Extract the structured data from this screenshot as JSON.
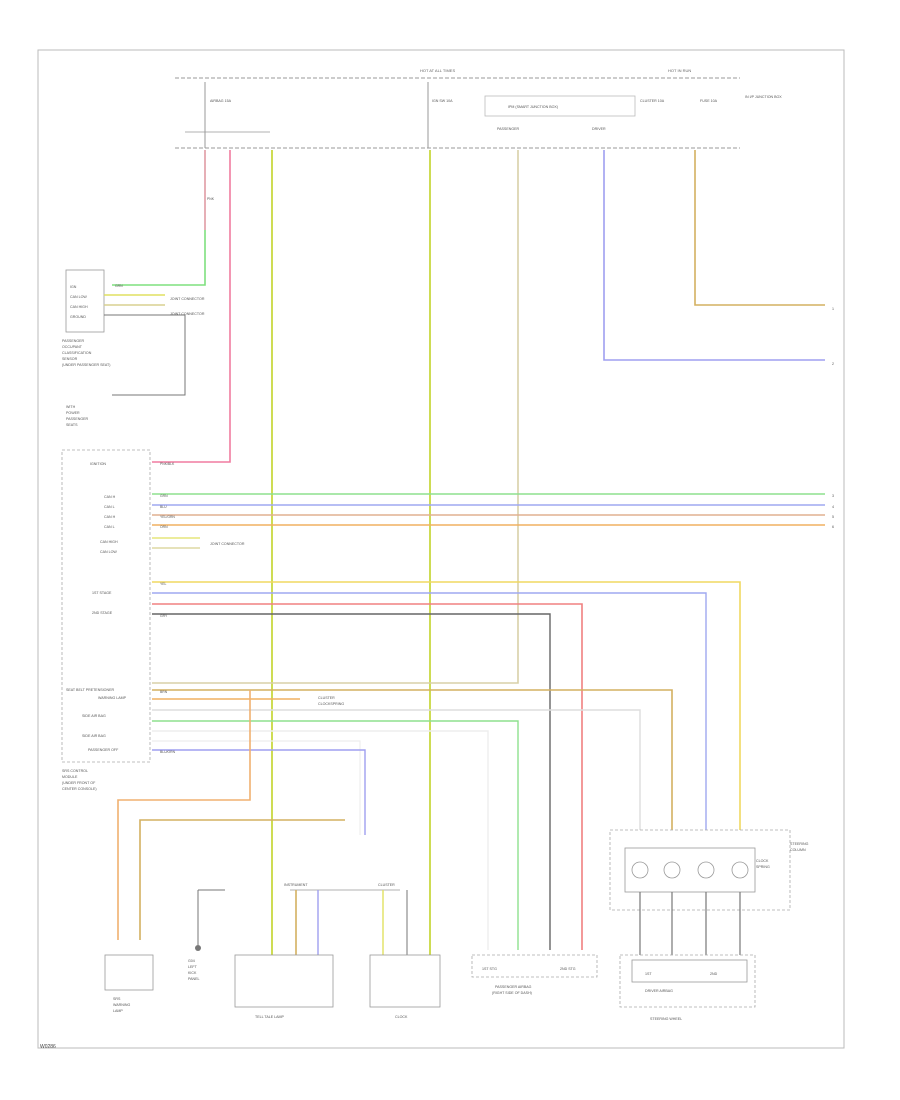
{
  "diagram": {
    "figure_code": "W0286",
    "header": {
      "hot_at_all_times": "HOT AT ALL TIMES",
      "hot_in_run": "HOT IN RUN"
    },
    "fuse": {
      "airbag_fuse": "AIRBAG 15A",
      "ign_fuse": "IGN SW 10A",
      "relay_box_title": "IPM (SMART JUNCTION BOX)",
      "relay_box_left": "PASSENGER",
      "relay_box_right": "DRIVER",
      "cluster_fuse": "CLUSTER 10A",
      "fuse_d": "FUSE 10A",
      "right_note": "IN I/P JUNCTION BOX"
    },
    "components": {
      "occupant_sensor": {
        "pins": [
          "IGN",
          "CAN LOW",
          "CAN HIGH",
          "GROUND"
        ],
        "name": [
          "PASSENGER",
          "OCCUPANT",
          "CLASSIFICATION",
          "SENSOR",
          "(UNDER PASSENGER SEAT)"
        ],
        "splice_a": "JOINT CONNECTOR",
        "splice_b": "JOINT CONNECTOR",
        "ground_label": [
          "WITH",
          "POWER",
          "PASSENGER",
          "SEATS"
        ]
      },
      "srs_module": {
        "pins": [
          "IGNITION",
          "",
          "",
          "CAN H",
          "CAN L",
          "CAN H",
          "CAN L",
          "CAN HIGH",
          "CAN LOW",
          "",
          "",
          "",
          "1ST STAGE",
          "",
          "2ND STAGE",
          "",
          "",
          "",
          "",
          "",
          "",
          "",
          "",
          "SEAT BELT PRETENSIONER",
          "WARNING LAMP",
          "",
          "SIDE AIR BAG",
          "",
          "SIDE AIR BAG",
          "",
          "PASSENGER OFF"
        ],
        "name": [
          "SRS CONTROL",
          "MODULE",
          "(UNDER FRONT OF",
          "CENTER CONSOLE)"
        ],
        "splice": "JOINT CONNECTOR",
        "splice_2": "CLUSTER",
        "splice_2b": "CLOCKSPRING"
      },
      "airbag_warning": {
        "name": [
          "SRS",
          "WARNING",
          "LAMP"
        ]
      },
      "ground_pt": {
        "name": [
          "G04",
          "LEFT",
          "KICK",
          "PANEL"
        ]
      },
      "tell_tale": {
        "name": "TELL TALE LAMP",
        "top": "INSTRUMENT",
        "top_b": "CLUSTER"
      },
      "clock": {
        "name": "CLOCK"
      },
      "passenger_airbag": {
        "name": "PASSENGER AIRBAG",
        "sub": "(RIGHT SIDE OF DASH)",
        "pins": [
          "1ST STG",
          "2ND STG"
        ]
      },
      "clockspring": {
        "name": [
          "CLOCK",
          "SPRING"
        ],
        "note": [
          "STEERING",
          "COLUMN"
        ]
      },
      "driver_airbag": {
        "name": "DRIVER AIRBAG",
        "sub": "STEERING WHEEL",
        "pins": [
          "1ST",
          "2ND"
        ]
      }
    },
    "wire_colors": {
      "pink": "PNK",
      "pink_blk": "PNK/BLK",
      "grn": "GRN",
      "yel": "YEL",
      "blu": "BLU",
      "yel_grn": "YEL/GRN",
      "orn": "ORN",
      "gry": "GRY",
      "brn": "BRN",
      "blu_orn": "BLU/ORN"
    },
    "legend_right": [
      "1",
      "2",
      "3",
      "4",
      "5",
      "6"
    ]
  }
}
